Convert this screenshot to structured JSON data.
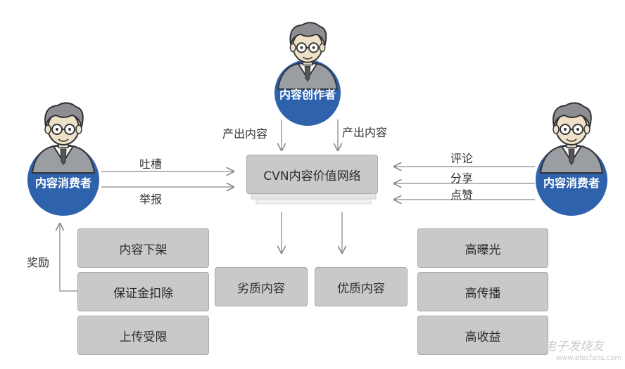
{
  "title": "",
  "actors": {
    "creator": "内容创作者",
    "consumer_left": "内容消费者",
    "consumer_right": "内容消费者"
  },
  "network": {
    "label": "CVN内容价值网络"
  },
  "edges": {
    "produce_left": "产出内容",
    "produce_right": "产出内容",
    "complain": "吐槽",
    "report": "举报",
    "comment": "评论",
    "share": "分享",
    "like": "点赞",
    "reward": "奖励"
  },
  "outcomes": {
    "low_quality": "劣质内容",
    "high_quality": "优质内容"
  },
  "penalties": [
    "内容下架",
    "保证金扣除",
    "上传受限"
  ],
  "benefits": [
    "高曝光",
    "高传播",
    "高收益"
  ],
  "watermark": {
    "text": "电子发烧友",
    "url": "www.elecfans.com"
  },
  "colors": {
    "circle": "#2e62ad",
    "box": "#c8c9cb",
    "arrow": "#8a8a8a"
  }
}
